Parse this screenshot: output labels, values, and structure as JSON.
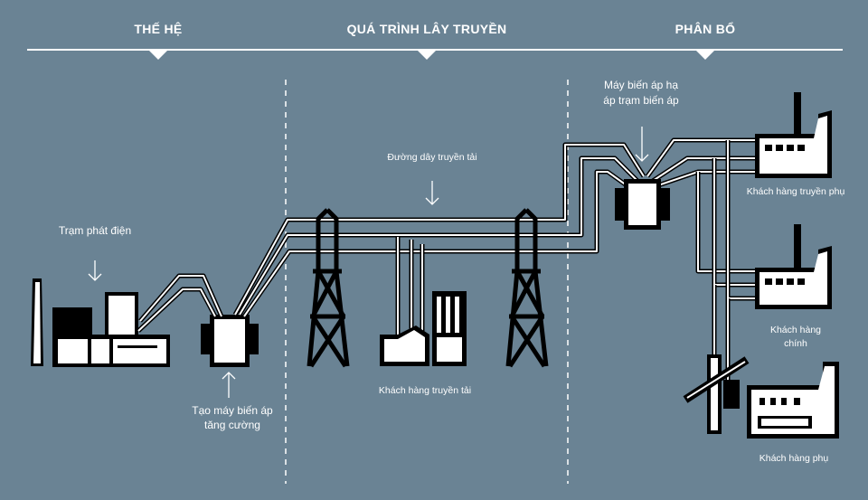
{
  "sections": {
    "generation": "THẾ HỆ",
    "transmission": "QUÁ TRÌNH LÂY TRUYỀN",
    "distribution": "PHÂN BỔ"
  },
  "labels": {
    "power_plant": "Trạm phát điện",
    "step_up_line1": "Tạo máy biến áp",
    "step_up_line2": "tăng cường",
    "transmission_lines": "Đường dây truyền tải",
    "transmission_customer": "Khách hàng truyền tải",
    "step_down_line1": "Máy biến áp hạ",
    "step_down_line2": "áp trạm biến áp",
    "subtransmission_customer": "Khách hàng truyền phụ",
    "primary_line1": "Khách hàng",
    "primary_line2": "chính",
    "secondary_customer": "Khách hàng phụ"
  },
  "colors": {
    "background": "#6a8394",
    "ink": "#000000",
    "paper": "#ffffff"
  }
}
